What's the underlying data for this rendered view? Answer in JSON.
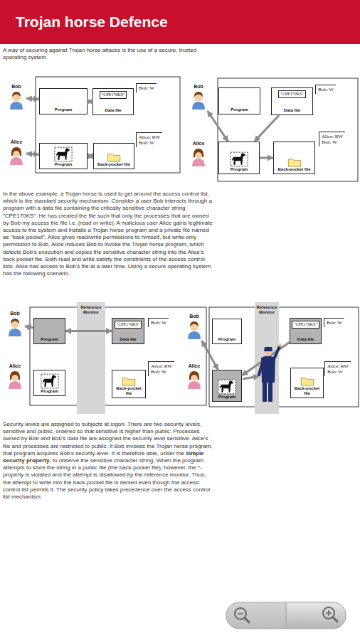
{
  "diagram": {
    "title": "Trojan horse Defence",
    "nodes": [
      {
        "text": [
          "Bob"
        ]
      },
      {
        "text": [
          "Program"
        ]
      },
      {
        "text": [
          "\"CPE170KS\"",
          "Data file"
        ]
      },
      {
        "text": [
          "Alice"
        ]
      },
      {
        "text": [
          "Program"
        ]
      },
      {
        "text": [
          "Back-pocket file"
        ]
      },
      {
        "text": [
          "Bob"
        ]
      },
      {
        "text": [
          "Program"
        ]
      },
      {
        "text": [
          "\"CPE170KS\"",
          "Data file"
        ]
      },
      {
        "text": [
          "Alice"
        ]
      },
      {
        "text": [
          "Program"
        ]
      },
      {
        "text": [
          "Back-pocket file"
        ]
      },
      {
        "text": [
          "Reference Monitor"
        ]
      },
      {
        "text": [
          "Bob"
        ]
      },
      {
        "text": [
          "Program"
        ]
      },
      {
        "text": [
          "\"CPE170KS\"",
          "Data file"
        ]
      },
      {
        "text": [
          "Alice"
        ]
      },
      {
        "text": [
          "Program"
        ]
      },
      {
        "text": [
          "Back-pocket file"
        ]
      },
      {
        "text": [
          "Reference Monitor"
        ]
      },
      {
        "text": [
          "Bob"
        ]
      },
      {
        "text": [
          "Program"
        ]
      },
      {
        "text": [
          "\"CPE170KS\"",
          "Data file"
        ]
      },
      {
        "text": [
          "Alice"
        ]
      },
      {
        "text": [
          "Program"
        ]
      },
      {
        "text": [
          "Back-pocket file"
        ]
      }
    ],
    "edges": [
      {
        "from": 0,
        "to": 1,
        "arrow": "both"
      },
      {
        "from": 1,
        "to": 2,
        "arrow": "both"
      },
      {
        "from": 3,
        "to": 4,
        "arrow": "both"
      },
      {
        "from": 4,
        "to": 5,
        "arrow": "both"
      },
      {
        "from": 6,
        "to": 10,
        "arrow": "both"
      },
      {
        "from": 8,
        "to": 10,
        "arrow": "to"
      },
      {
        "from": 10,
        "to": 11,
        "arrow": "to"
      },
      {
        "from": 13,
        "to": 14,
        "arrow": "both"
      },
      {
        "from": 14,
        "to": 15,
        "arrow": "both"
      },
      {
        "from": 20,
        "to": 24,
        "arrow": "both"
      },
      {
        "from": 22,
        "to": 24,
        "arrow": "to"
      }
    ],
    "labels": [
      "A way of securing against Trojan horse attacks is the use of a secure, trusted operating system.",
      "In the above example, a Trojan horse is used to get around the access control list, which is the standard security mechanism. Consider a user Bob interacts through a program with a data file containing the critically sensitive character string \"CPE170KS\". He has created the file such that only the processes that are owned by Bob my access the file i.e. (read or write). A malicious user Alice gains legitimate access to the system and installs a Trojan horse program and a private file named as \"back pocket\". Alice gives read/write permissions to himself, but write-only permission to Bob. Alice induces Bob to invoke the Trojan horse program, which detects Bob's execution and copies the sensitive character string into the Alice's back pocket file. Both read and write satisfy the constraints of the access control lists. Alice has access to Bob's file at a later time. Using a secure operating system has the following scenario.",
      "Security levels are assigned to subjects at logon. There are two security levels, sensitive and public, ordered so that sensitive is higher than public. Processes owned by Bob and Bob's data file are assigned the security level sensitive. Alice's file and processes are restricted to public. If Bob invokes the Trojan horse program, that program acquires Bob's security level. It is therefore able, under the ",
      "simple security property",
      ", to observe the sensitive character string. When the program attempts to store the string in a public file (the back-pocket file), however, the *-property is violated and the attempt is disallowed by the reference monitor. Thus, the attempt to write into the back-pocket file is denied even though the access control list permits it. The security policy takes precedence over the access control list mechanism.",
      "Bob: W",
      "Alice: RW",
      "Bob: W",
      "Bob: W",
      "Alice: RW",
      "Bob: W",
      "Bob: W",
      "Alice: RW",
      "Bob: W",
      "Bob: W",
      "Alice: RW",
      "Bob: W"
    ]
  }
}
